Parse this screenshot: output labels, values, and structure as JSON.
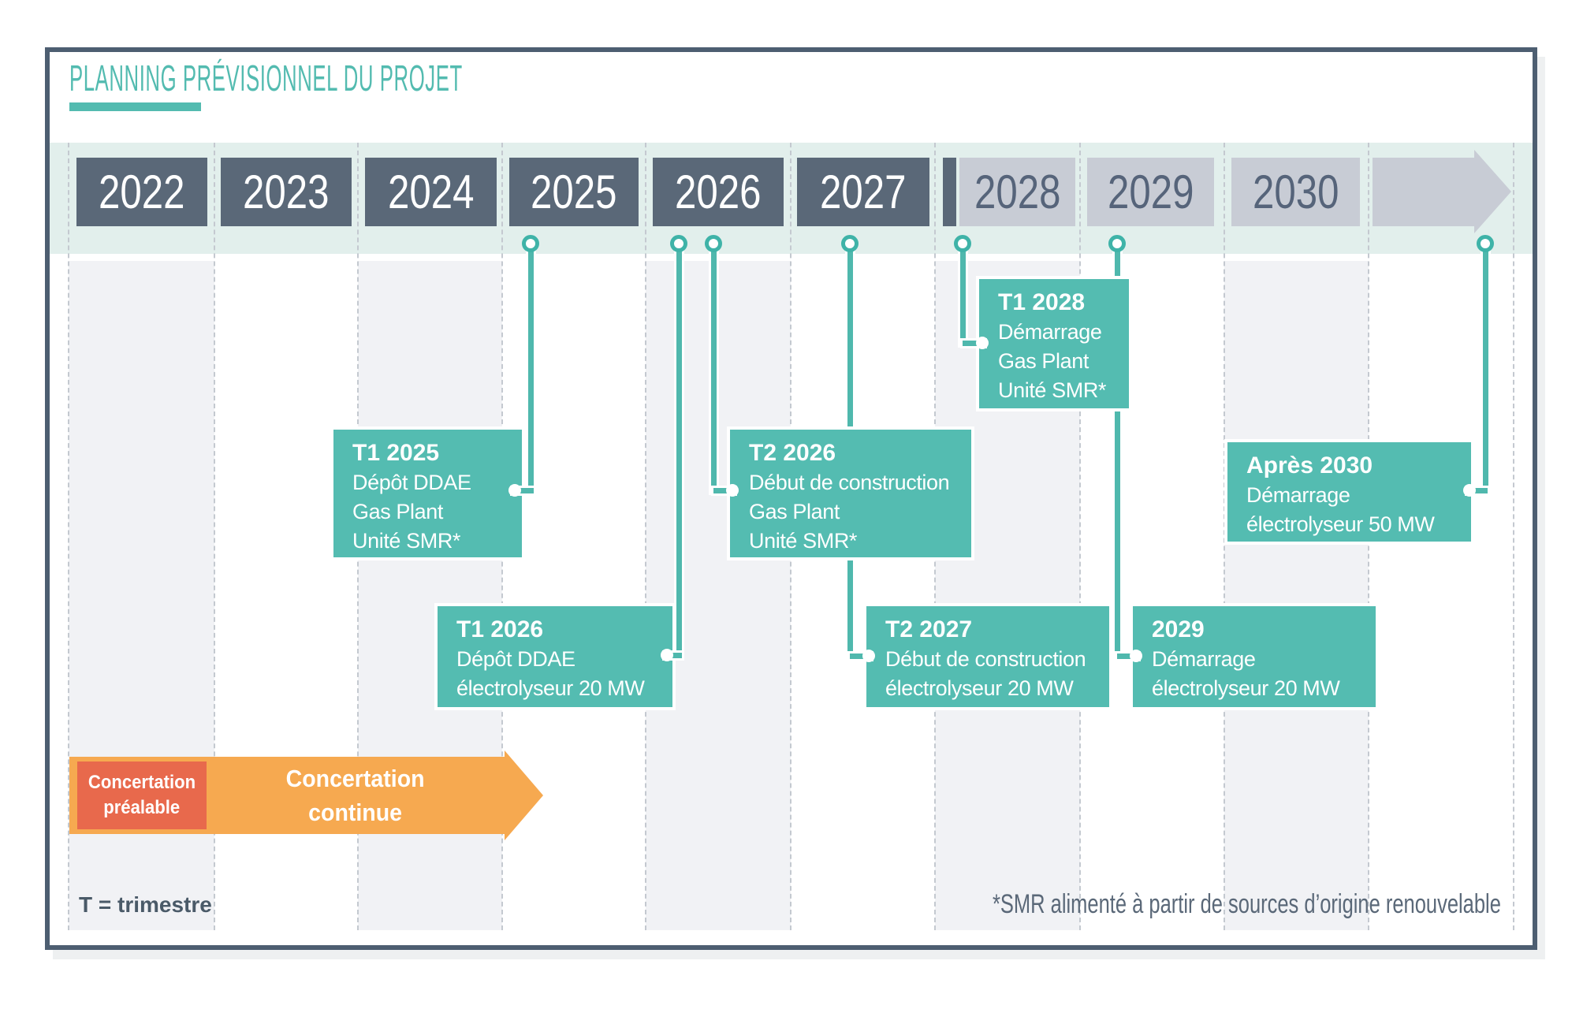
{
  "title": "PLANNING PRÉVISIONNEL DU PROJET",
  "years": [
    {
      "label": "2022"
    },
    {
      "label": "2023"
    },
    {
      "label": "2024"
    },
    {
      "label": "2025"
    },
    {
      "label": "2026"
    },
    {
      "label": "2027"
    },
    {
      "label": "2028"
    },
    {
      "label": "2029"
    },
    {
      "label": "2030"
    }
  ],
  "milestones": [
    {
      "title": "T1 2025",
      "lines": [
        "Dépôt DDAE",
        "Gas Plant",
        "Unité SMR*"
      ]
    },
    {
      "title": "T1 2026",
      "lines": [
        "Dépôt DDAE",
        "électrolyseur 20 MW"
      ]
    },
    {
      "title": "T2 2026",
      "lines": [
        "Début de construction",
        "Gas Plant",
        "Unité SMR*"
      ]
    },
    {
      "title": "T2 2027",
      "lines": [
        "Début de construction",
        "électrolyseur 20 MW"
      ]
    },
    {
      "title": "T1 2028",
      "lines": [
        "Démarrage",
        "Gas Plant",
        "Unité SMR*"
      ]
    },
    {
      "title": "2029",
      "lines": [
        "Démarrage",
        "électrolyseur 20 MW"
      ]
    },
    {
      "title": "Après 2030",
      "lines": [
        "Démarrage",
        "électrolyseur 50 MW"
      ]
    }
  ],
  "concertation": {
    "preliminary_line1": "Concertation",
    "preliminary_line2": "préalable",
    "continuous_line1": "Concertation",
    "continuous_line2": "continue"
  },
  "footnotes": {
    "left": "T = trimestre",
    "right": "*SMR alimenté à partir de sources d’origine renouvelable"
  },
  "colors": {
    "teal_accent": "#53bbb0",
    "callout_teal": "#54bcb1",
    "connector_teal": "#4fb8ad",
    "dark_slate": "#5a6878",
    "frame_border": "#4d5e71",
    "light_year_gray": "#c8ccd5",
    "band_mint": "#e2efec",
    "stripe_gray": "#f1f2f5",
    "arrow_orange": "#f6a950",
    "box_red": "#e8694c"
  }
}
